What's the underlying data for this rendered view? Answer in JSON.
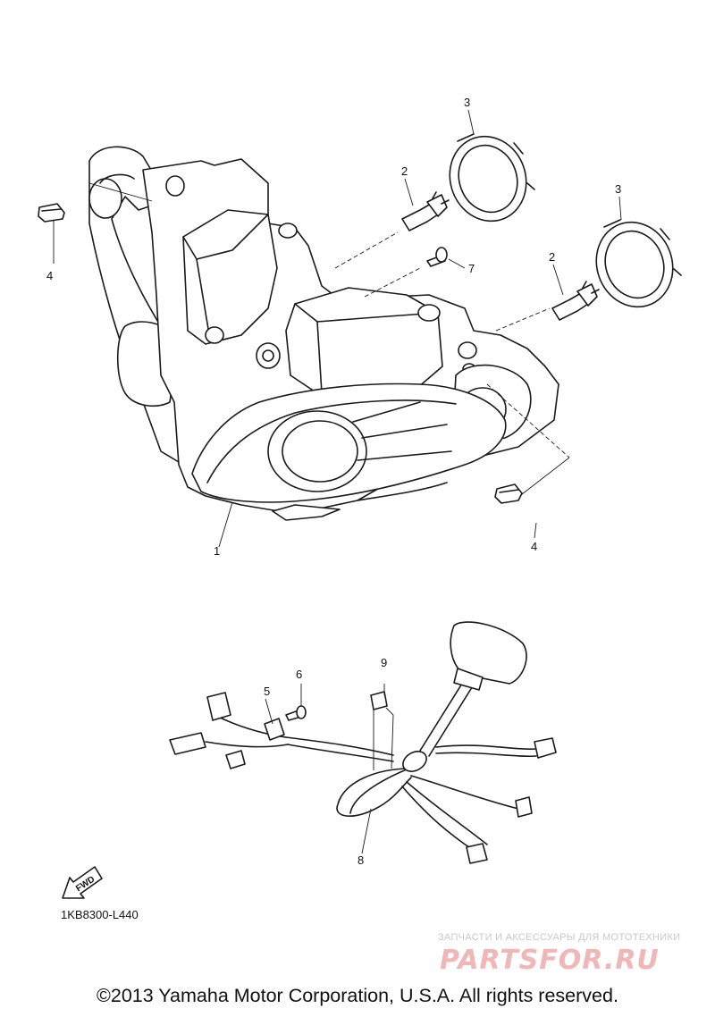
{
  "callouts": {
    "c1": "1",
    "c2a": "2",
    "c2b": "2",
    "c3a": "3",
    "c3b": "3",
    "c4a": "4",
    "c4b": "4",
    "c5": "5",
    "c6": "6",
    "c7": "7",
    "c8": "8",
    "c9": "9"
  },
  "fwd_label": "FWD",
  "reference_code": "1KB8300-L440",
  "watermark": {
    "tagline": "ЗАПЧАСТИ И АКСЕССУАРЫ ДЛЯ МОТОТЕХНИКИ",
    "logo": "PARTSFOR.RU"
  },
  "copyright": "©2013 Yamaha Motor Corporation, U.S.A. All rights reserved."
}
